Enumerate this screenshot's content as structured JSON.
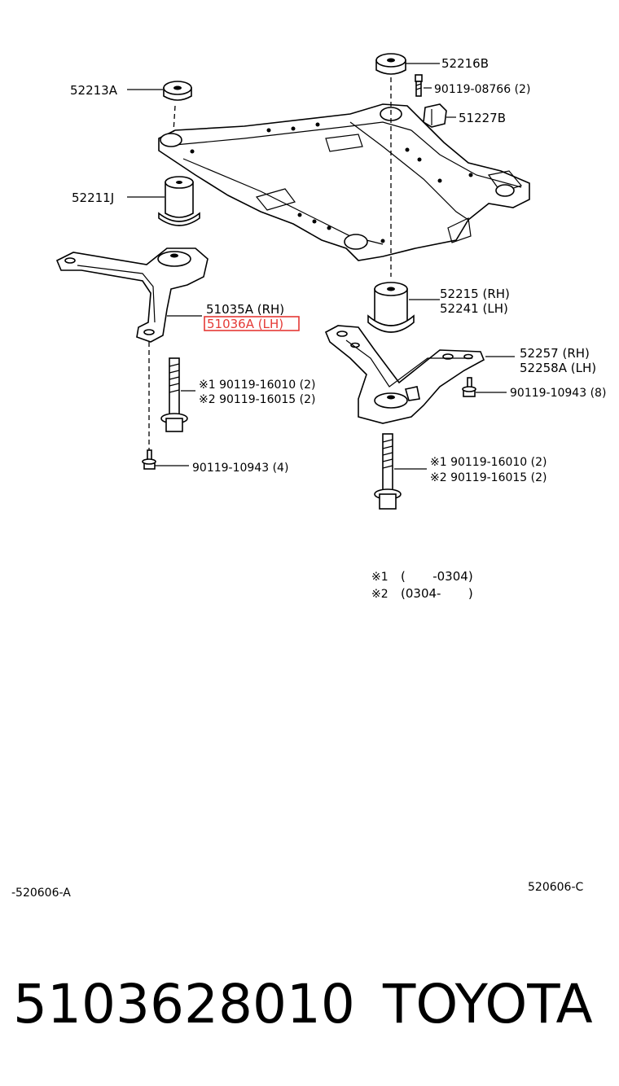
{
  "callouts": {
    "c52216B": "52216B",
    "c52213A": "52213A",
    "c90119_08766": "90119-08766 (2)",
    "c51227B": "51227B",
    "c52211J": "52211J",
    "c52215": "52215 (RH)",
    "c52241": "52241 (LH)",
    "c51035A": "51035A (RH)",
    "c51036A": "51036A (LH)",
    "c52257": "52257   (RH)",
    "c52258A": "52258A (LH)",
    "left_bolt_1": "※1 90119-16010 (2)",
    "left_bolt_2": "※2 90119-16015 (2)",
    "right_small_bolt": "90119-10943 (8)",
    "left_small_bolt": "90119-10943 (4)",
    "right_bolt_1": "※1 90119-16010 (2)",
    "right_bolt_2": "※2 90119-16015 (2)"
  },
  "notes": {
    "note1_mark": "※1",
    "note1_text": "(       -0304)",
    "note2_mark": "※2",
    "note2_text": "(0304-       )"
  },
  "figure_codes": {
    "left": "-520606-A",
    "right": "520606-C"
  },
  "footer": {
    "part_number": "5103628010",
    "brand": "TOYOTA"
  },
  "highlight_color": "#e53935"
}
